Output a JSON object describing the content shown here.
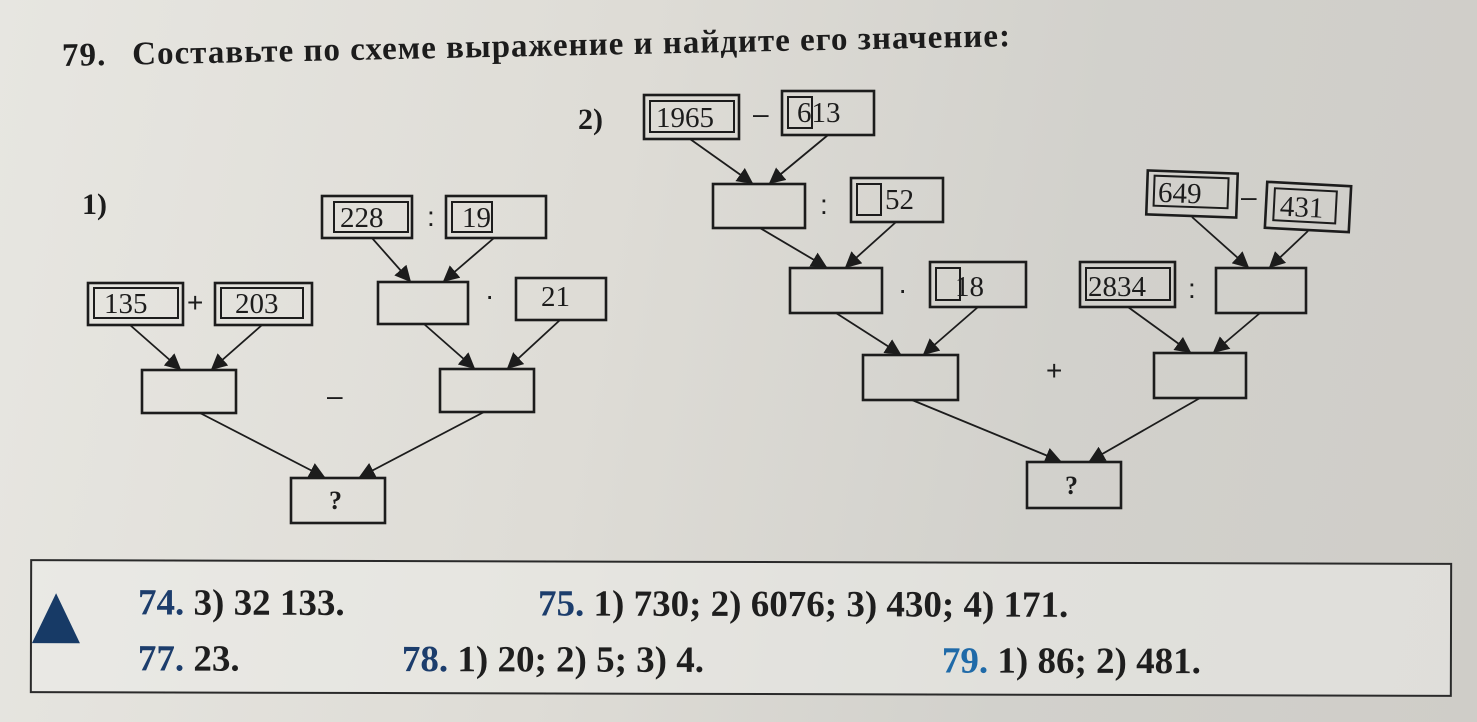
{
  "problem": {
    "number": "79.",
    "instruction": "Составьте по схеме выражение и найдите его значение:"
  },
  "scheme1": {
    "label": "1)",
    "values": {
      "a": "135",
      "b": "203",
      "c": "228",
      "d": "19",
      "e": "21"
    },
    "ops": {
      "plus": "+",
      "div": ":",
      "mul": "·",
      "minus": "–"
    },
    "result": "?"
  },
  "scheme2": {
    "label": "2)",
    "values": {
      "a": "1965",
      "b": "613",
      "c": "52",
      "d": "18",
      "e": "649",
      "f": "431",
      "g": "2834"
    },
    "ops": {
      "minus1": "–",
      "div1": ":",
      "mul": "·",
      "minus2": "–",
      "div2": ":",
      "plus": "+"
    },
    "result": "?"
  },
  "answers": {
    "row1": [
      {
        "num": "74.",
        "text": "3) 32 133."
      },
      {
        "num": "75.",
        "text": "1) 730; 2) 6076; 3) 430; 4) 171."
      }
    ],
    "row2": [
      {
        "num": "77.",
        "text": "23."
      },
      {
        "num": "78.",
        "text": "1) 20; 2) 5; 3) 4."
      },
      {
        "num": "79.",
        "text": "1) 86; 2) 481."
      }
    ],
    "marker_color": "#173a66",
    "accent_color": "#1f6aa8"
  }
}
